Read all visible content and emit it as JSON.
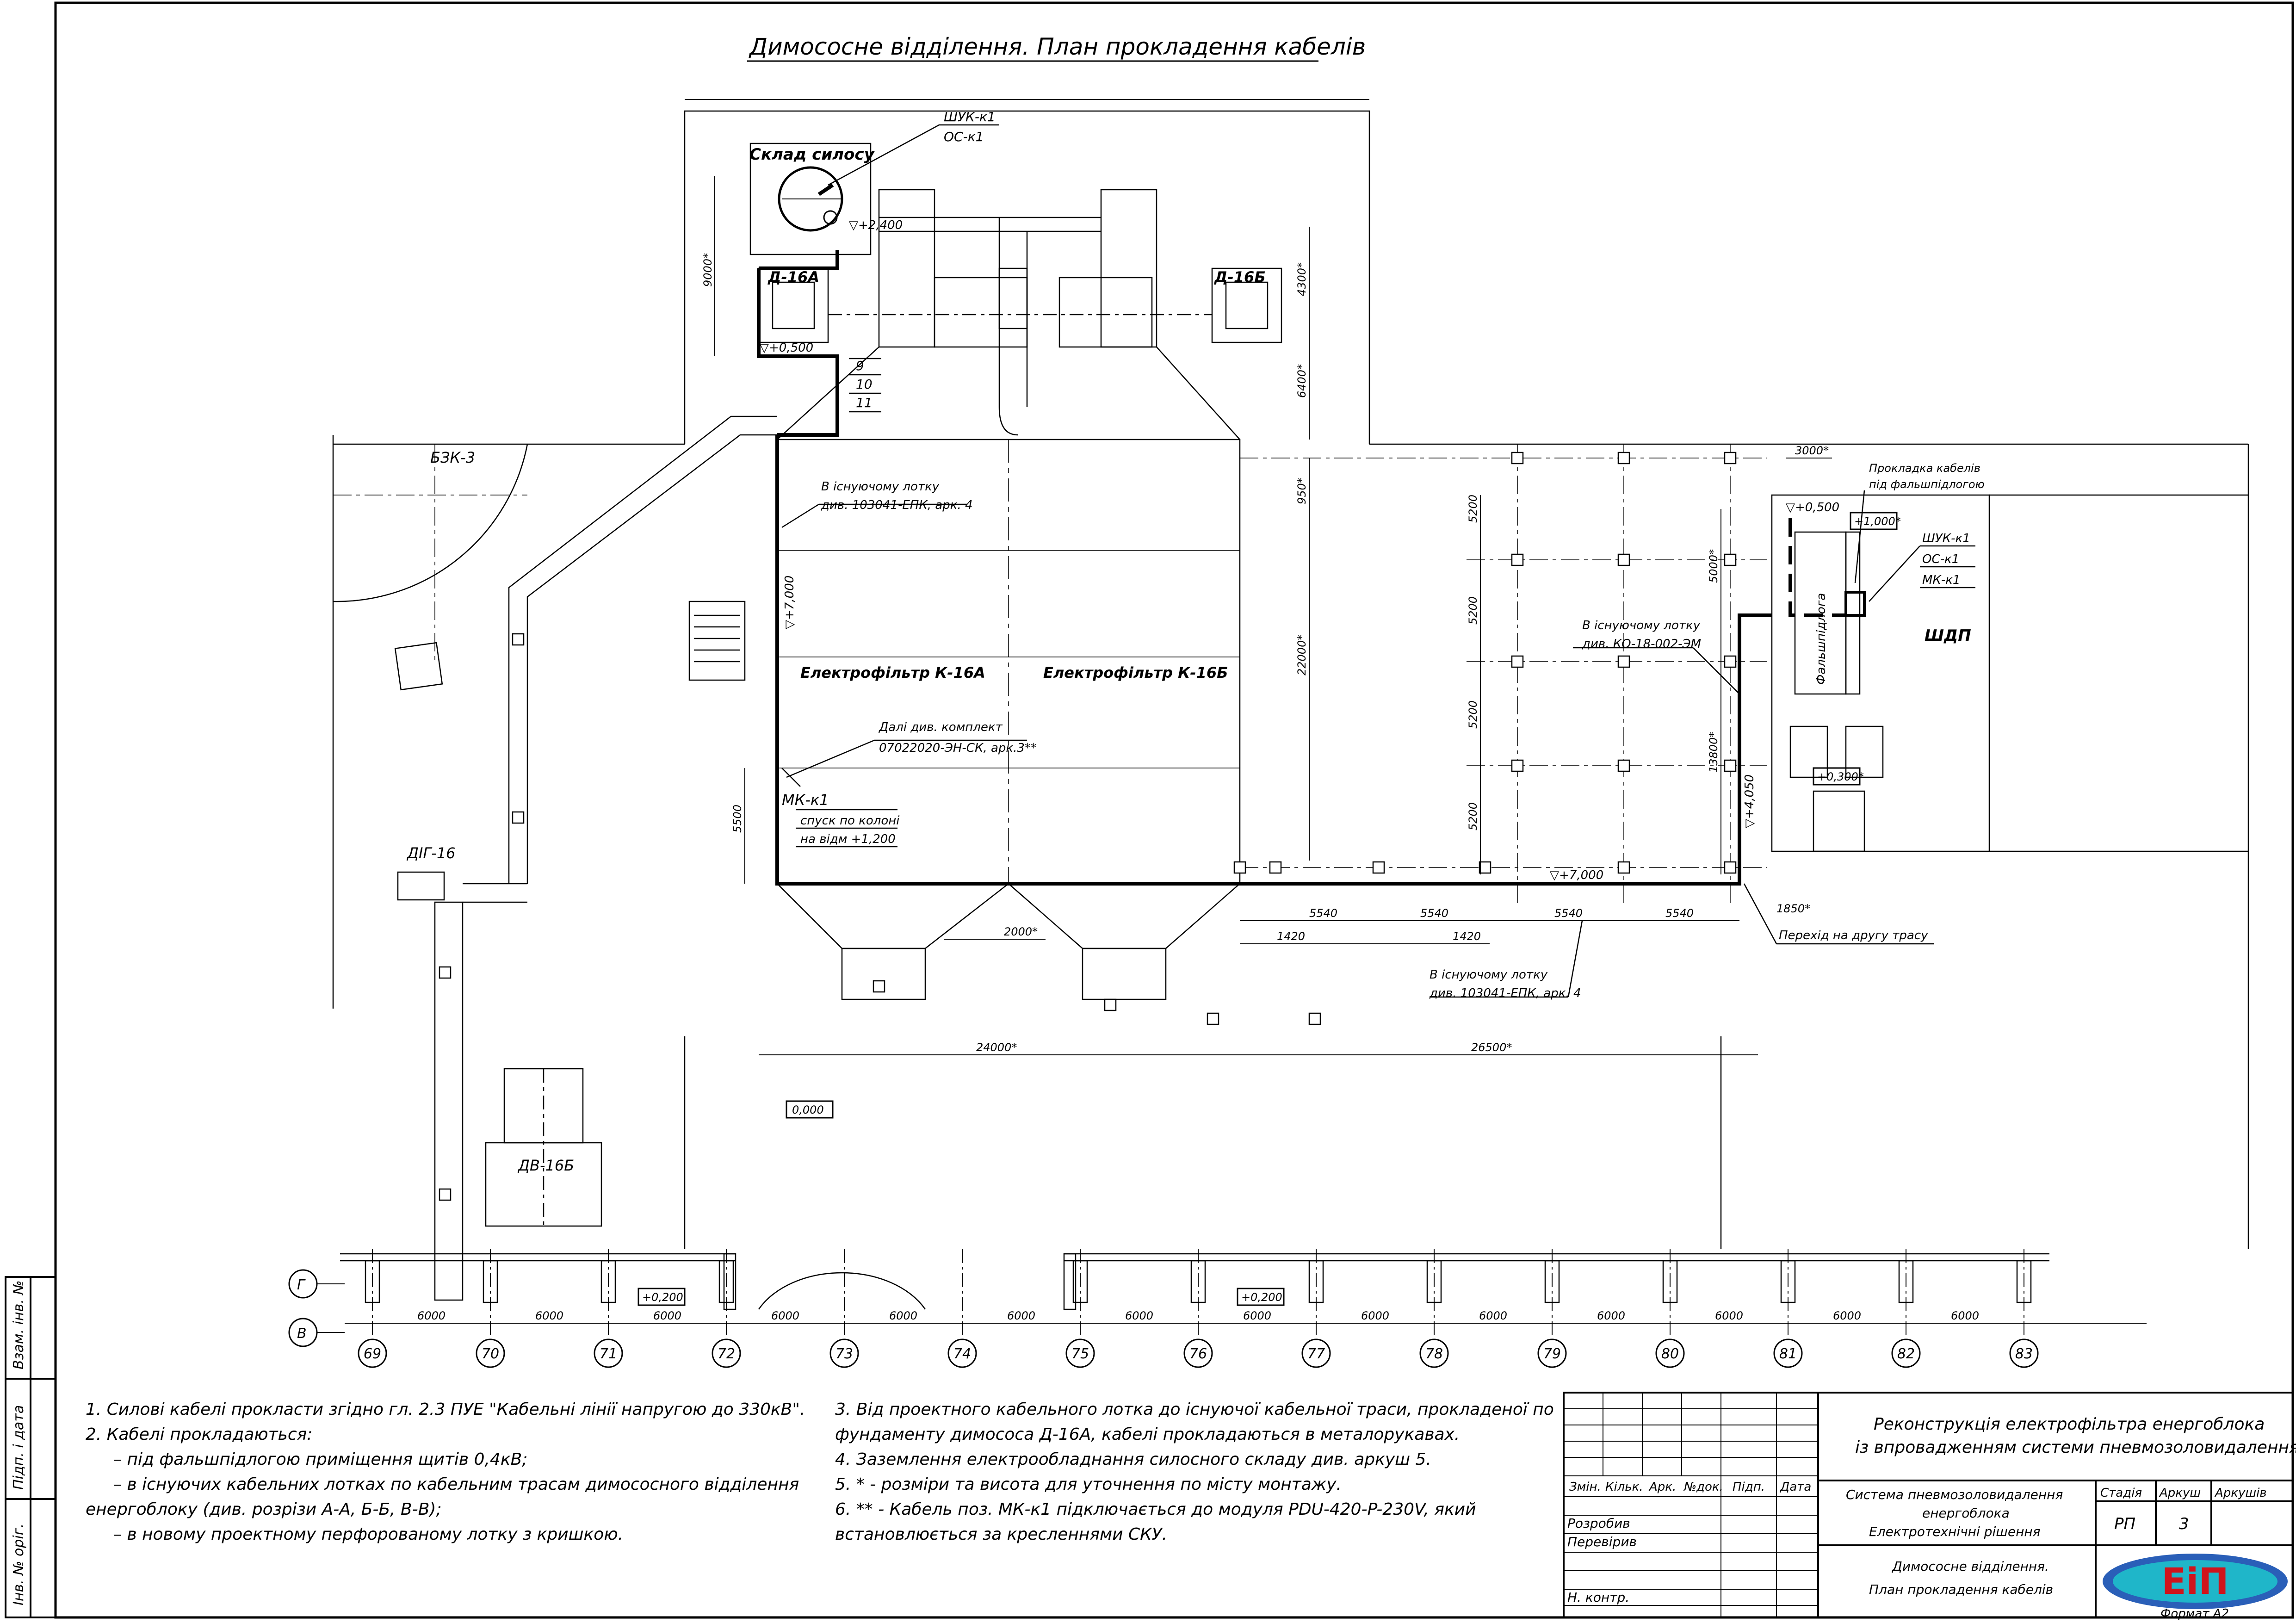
{
  "drawing": {
    "title": "Димососне відділення. План прокладення кабелів",
    "rooms": {
      "silo_store": "Склад силосу",
      "bzk": "БЗК-3",
      "fan_a": "Д-16А",
      "fan_b": "Д-16Б",
      "filter_a": "Електрофільтр К-16А",
      "filter_b": "Електрофільтр К-16Б",
      "dig": "ДІГ-16",
      "dv": "ДВ-16Б",
      "false_floor": "Фальшпідлога",
      "shdp": "ШДП"
    },
    "callouts": {
      "silo_tag_1": "ШУК-к1",
      "silo_tag_2": "ОС-к1",
      "panel_tag_1": "ШУК-к1",
      "panel_tag_2": "ОС-к1",
      "panel_tag_3": "МК-к1",
      "mk_tag": "МК-к1",
      "mk_desc_1": "спуск по колоні",
      "mk_desc_2": "на відм +1,200",
      "route_9": "9",
      "route_10": "10",
      "route_11": "11",
      "tray_a_1": "В існуючому лотку",
      "tray_a_2": "див. 103041-ЕПК, арк. 4",
      "tray_b_1": "В існуючому лотку",
      "tray_b_2": "див. КО-18-002-ЭМ",
      "tray_c_1": "В існуючому лотку",
      "tray_c_2": "див. 103041-ЕПК, арк. 4",
      "further_1": "Далі див. комплект",
      "further_2": "07022020-ЭН-СК, арк.3**",
      "false_floor_1": "Прокладка кабелів",
      "false_floor_2": "під фальшпідлогою",
      "transition": "Перехід на другу трасу"
    },
    "levels": [
      "▽+2,400",
      "▽+0,500",
      "▽+7,000",
      "▽+7,000",
      "▽+4,050",
      "▽+0,500",
      "+1,000*",
      "+0,300*",
      "0,000",
      "+0,200",
      "+0,200"
    ],
    "dimensions": {
      "d9000": "9000*",
      "d4300": "4300*",
      "d6400": "6400*",
      "d950": "950*",
      "d22000": "22000*",
      "d5500": "5500",
      "d2000": "2000*",
      "d24000": "24000*",
      "d26500": "26500*",
      "d5540": "5540",
      "d1420": "1420",
      "d5200": "5200",
      "d5000": "5000*",
      "d13800": "13800*",
      "d3000": "3000*",
      "d1850": "1850*",
      "d6000": "6000"
    },
    "axes": [
      "69",
      "70",
      "71",
      "72",
      "73",
      "74",
      "75",
      "76",
      "77",
      "78",
      "79",
      "80",
      "81",
      "82",
      "83"
    ],
    "row_axes": [
      "Г",
      "В"
    ]
  },
  "notes_left": [
    "1. Силові кабелі прокласти згідно гл. 2.3 ПУЕ \"Кабельні лінії напругою до 330кВ\".",
    "2. Кабелі прокладаються:",
    "– під фальшпідлогою приміщення щитів 0,4кВ;",
    "– в існуючих кабельних лотках по кабельним трасам димососного відділення",
    "енергоблоку (див. розрізи А-А, Б-Б, В-В);",
    "– в новому проектному перфорованому лотку з кришкою."
  ],
  "notes_right": [
    "3. Від проектного кабельного лотка до існуючої кабельної траси, прокладеної по",
    "фундаменту димососа Д-16А, кабелі прокладаються в металорукавах.",
    "4. Заземлення електрообладнання силосного складу див. аркуш 5.",
    "5. * - розміри та висота для уточнення по місту монтажу.",
    "6. ** - Кабель поз. МК-к1 підключається до модуля PDU-420-P-230V, який",
    "встановлюється за кресленнями СКУ."
  ],
  "title_block": {
    "project_1": "Реконструкція електрофільтра енергоблока",
    "project_2": "із впровадженням системи пневмозоловидалення",
    "sys_1": "Система пневмозоловидалення",
    "sys_2": "енергоблока",
    "sys_3": "Електротехнічні рішення",
    "sheet_1": "Димососне відділення.",
    "sheet_2": "План прокладення кабелів",
    "col_headers": [
      "Змін.",
      "Кільк.",
      "Арк.",
      "№док.",
      "Підп.",
      "Дата"
    ],
    "roles": [
      "Розробив",
      "Перевірив",
      "Н. контр."
    ],
    "stage_label": "Стадія",
    "sheet_label": "Аркуш",
    "sheets_label": "Аркушів",
    "stage": "РП",
    "sheet_no": "3",
    "logo": "EiП",
    "format": "Формат  А2"
  },
  "side_stamp": [
    "Взам. інв. №",
    "Підп. і дата",
    "Інв. № оріг."
  ],
  "colors": {
    "line": "#000000",
    "logo_outer": "#2a5fb8",
    "logo_inner": "#1fb6c9",
    "logo_text": "#d0141c"
  }
}
